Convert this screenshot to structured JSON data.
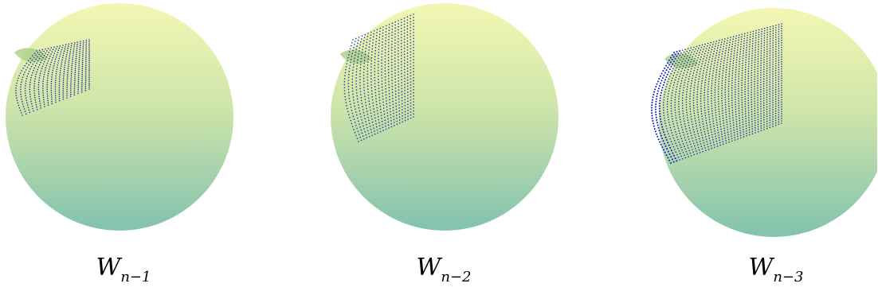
{
  "figure": {
    "panels": [
      {
        "label": "W",
        "subscript": "n−1"
      },
      {
        "label": "W",
        "subscript": "n−2"
      },
      {
        "label": "W",
        "subscript": "n−3"
      }
    ]
  },
  "colors": {
    "sphere_top": "#f3f7b2",
    "sphere_mid": "#c9e2a8",
    "sphere_bottom": "#82c2ae",
    "fin": "#a9cf8a",
    "dots": "#1c2f9e",
    "dots_dense": "#0a12c8"
  }
}
